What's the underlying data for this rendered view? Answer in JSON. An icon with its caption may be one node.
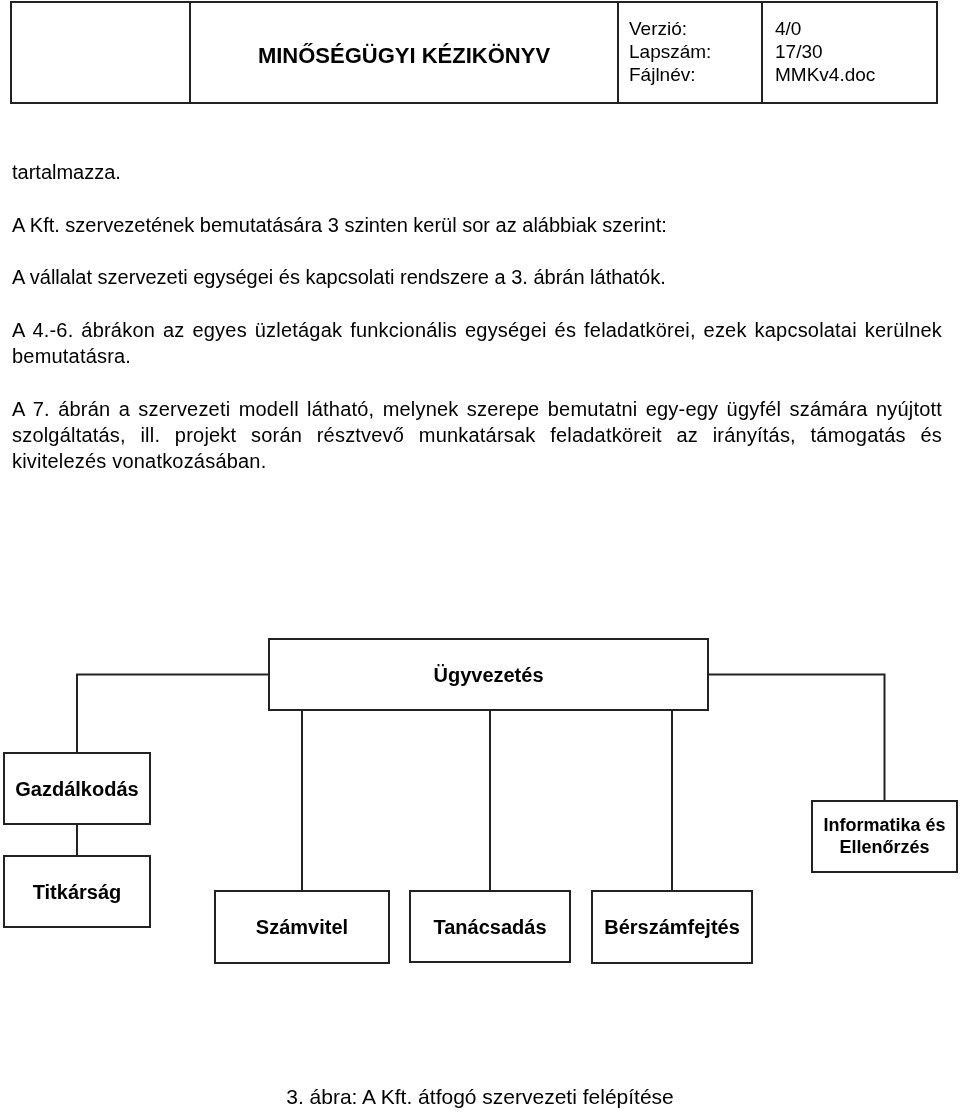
{
  "diagram": {
    "caption": "3. ábra: A Kft. átfogó szervezeti felépítése",
    "nodes": [
      {
        "text": [
          "Ügyvezetés"
        ]
      },
      {
        "text": [
          "Gazdálkodás"
        ]
      },
      {
        "text": [
          "Informatika és Ellenőrzés"
        ]
      },
      {
        "text": [
          "Titkárság"
        ]
      },
      {
        "text": [
          "Számvitel"
        ]
      },
      {
        "text": [
          "Tanácsadás"
        ]
      },
      {
        "text": [
          "Bérszámfejtés"
        ]
      }
    ],
    "edges": [
      {
        "from": 0,
        "to": 1,
        "arrow": "none"
      },
      {
        "from": 0,
        "to": 2,
        "arrow": "none"
      },
      {
        "from": 1,
        "to": 3,
        "arrow": "none"
      },
      {
        "from": 0,
        "to": 4,
        "arrow": "none"
      },
      {
        "from": 0,
        "to": 5,
        "arrow": "none"
      },
      {
        "from": 0,
        "to": 6,
        "arrow": "none"
      }
    ],
    "labels": [
      "MINŐSÉGÜGYI KÉZIKÖNYV",
      "Verzió:",
      "4/0",
      "Lapszám:",
      "17/30",
      "Fájlnév:",
      "MMKv4.doc",
      "tartalmazza.",
      "A Kft. szervezetének bemutatására 3 szinten kerül sor az alábbiak szerint:",
      "A vállalat szervezeti egységei és kapcsolati rendszere a 3. ábrán láthatók.",
      "A 4.-6. ábrákon az egyes üzletágak funkcionális egységei és feladatkörei, ezek kapcsolatai kerülnek bemutatásra.",
      "A 7. ábrán a szervezeti modell látható, melynek szerepe bemutatni egy-egy ügyfél számára nyújtott szolgáltatás, ill. projekt során résztvevő munkatársak feladatköreit az irányítás, támogatás és kivitelezés vonatkozásában."
    ]
  }
}
